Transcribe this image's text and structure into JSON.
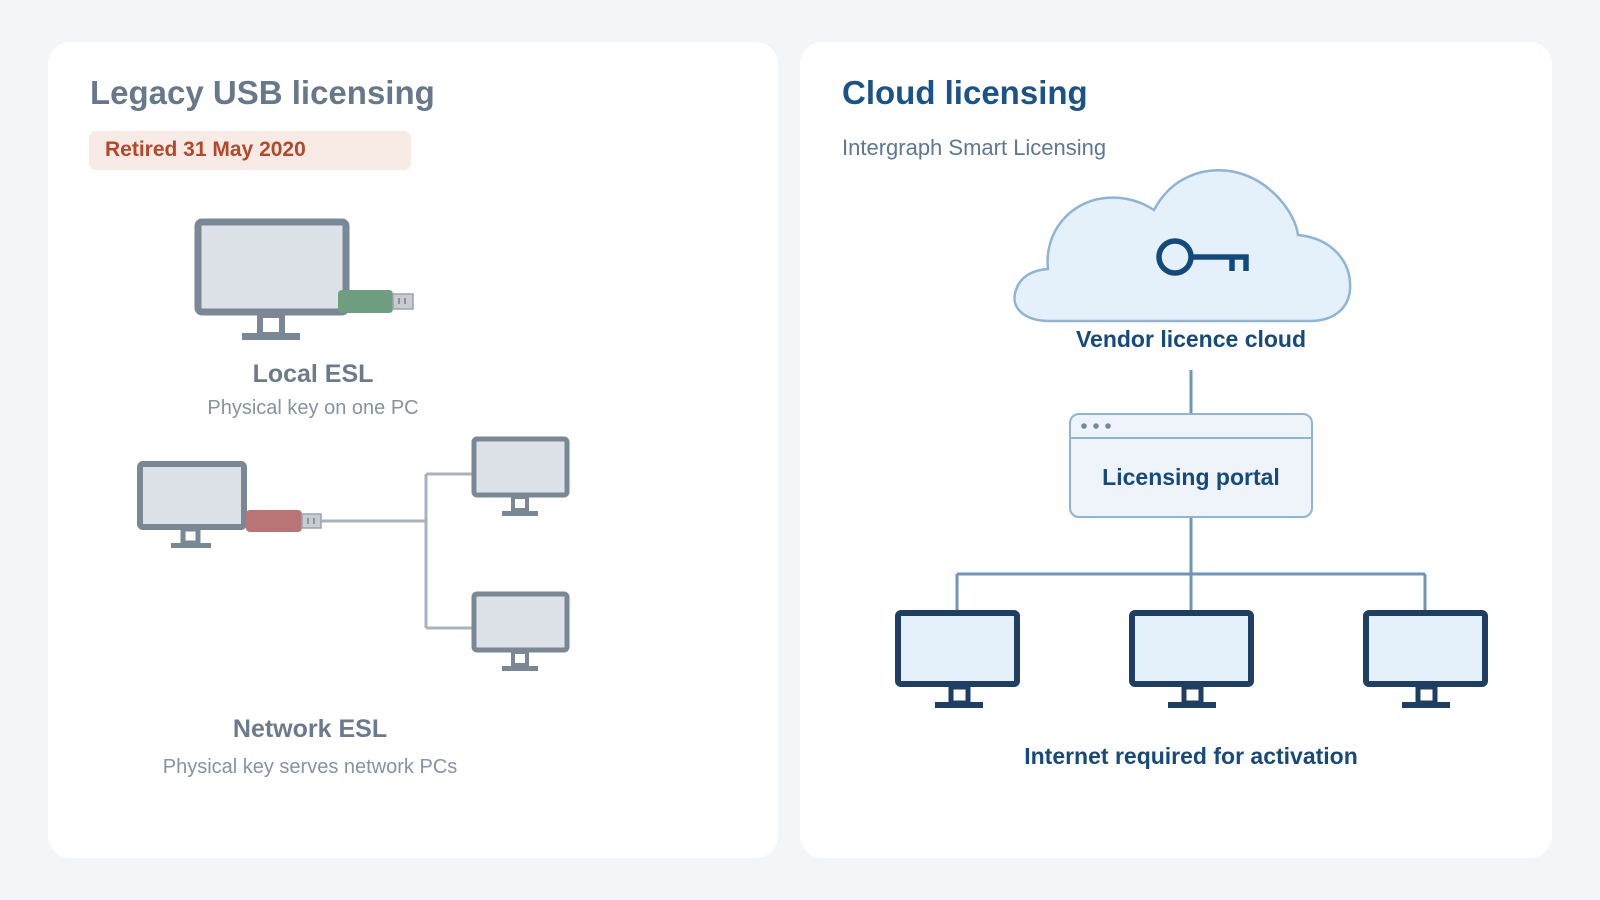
{
  "legacy": {
    "title": "Legacy USB licensing",
    "badge": "Retired 31 May 2020",
    "local": {
      "label": "Local ESL",
      "description": "Physical key on one PC"
    },
    "network": {
      "label": "Network ESL",
      "description": "Physical key serves network PCs"
    }
  },
  "cloud": {
    "title": "Cloud licensing",
    "subtitle": "Intergraph Smart Licensing",
    "cloud_label": "Vendor licence cloud",
    "portal_label": "Licensing portal",
    "footer": "Internet required for activation"
  },
  "colors": {
    "page_bg": "#f2f6f9",
    "legacy_title": "#67788a",
    "cloud_title": "#1b5287",
    "retired_badge_bg": "#f8ebe6",
    "retired_badge_text": "#b5472a",
    "usb_local": "#6f9f80",
    "usb_network": "#b97575",
    "monitor_grey": "#7a8896",
    "monitor_navy": "#1e3f62"
  },
  "icons": [
    "monitor-icon",
    "usb-key-icon",
    "cloud-icon",
    "key-icon",
    "browser-window-icon"
  ]
}
